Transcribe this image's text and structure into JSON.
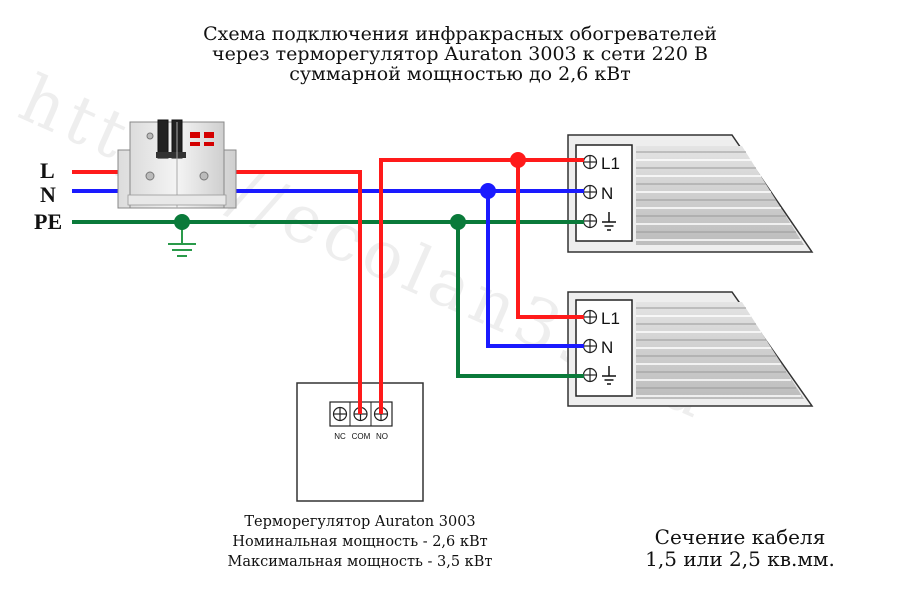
{
  "title": {
    "line1": "Схема подключения инфракрасных обогревателей",
    "line2": "через терморегулятор Auraton 3003 к сети 220 В",
    "line3": "суммарной мощностью до 2,6 кВт"
  },
  "bus_labels": {
    "line": "L",
    "neutral": "N",
    "earth": "PE"
  },
  "thermostat": {
    "terminal_nc": "NC",
    "terminal_com": "COM",
    "terminal_no": "NO",
    "caption_line1": "Терморегулятор Auraton 3003",
    "caption_line2": "Номинальная мощность - 2,6 кВт",
    "caption_line3": "Максимальная мощность - 3,5 кВт"
  },
  "heaters": [
    {
      "terminal_l": "L1",
      "terminal_n": "N"
    },
    {
      "terminal_l": "L1",
      "terminal_n": "N"
    }
  ],
  "cable": {
    "line1": "Сечение кабеля",
    "line2": "1,5 или 2,5 кв.мм."
  },
  "watermark": "https://ecolan39.ru",
  "colors": {
    "line": "#ff1a1a",
    "neutral": "#1a1aff",
    "earth": "#0a7a3a",
    "ground_symbol": "#2a9a4a"
  }
}
